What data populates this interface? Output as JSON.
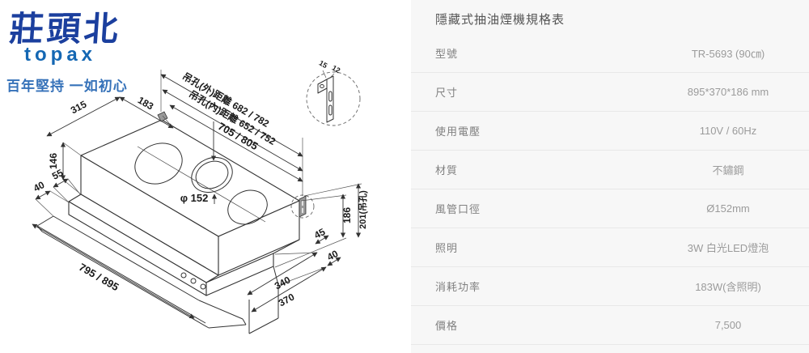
{
  "brand": {
    "logo_main": "莊頭北",
    "logo_sub": "topax",
    "slogan": "百年堅持 一如初心",
    "logo_color": "#1b3f9e",
    "topax_color": "#1467b3",
    "slogan_color": "#3672b9"
  },
  "drawing": {
    "dims": {
      "hang_hole_outer": "吊孔(外)距離 682 / 782",
      "hang_hole_inner": "吊孔(內)距離 652 / 752",
      "top_width": "705 / 805",
      "depth_back": "315",
      "bracket_offset": "183",
      "body_height": "146",
      "step_55": "55",
      "step_40_left": "40",
      "duct_diameter": "φ 152",
      "bottom_width": "795 / 895",
      "bottom_depth_inner": "340",
      "bottom_depth_outer": "370",
      "step_45": "45",
      "step_40_right": "40",
      "height_186": "186",
      "height_201": "201(吊孔)",
      "bracket_15": "15",
      "bracket_12": "12"
    }
  },
  "spec_table": {
    "title": "隱藏式抽油煙機規格表",
    "rows": [
      {
        "label": "型號",
        "value": "TR-5693 (90㎝)"
      },
      {
        "label": "尺寸",
        "value": "895*370*186 mm"
      },
      {
        "label": "使用電壓",
        "value": "110V / 60Hz"
      },
      {
        "label": "材質",
        "value": "不鏽鋼"
      },
      {
        "label": "風管口徑",
        "value": "Ø152mm"
      },
      {
        "label": "照明",
        "value": "3W 白光LED燈泡"
      },
      {
        "label": "消耗功率",
        "value": "183W(含照明)"
      },
      {
        "label": "價格",
        "value": "7,500"
      }
    ]
  },
  "colors": {
    "panel_bg": "#f7f7f7",
    "divider": "#e8e8e8",
    "title_text": "#555555",
    "label_text": "#808080",
    "value_text": "#9b9b9b"
  }
}
